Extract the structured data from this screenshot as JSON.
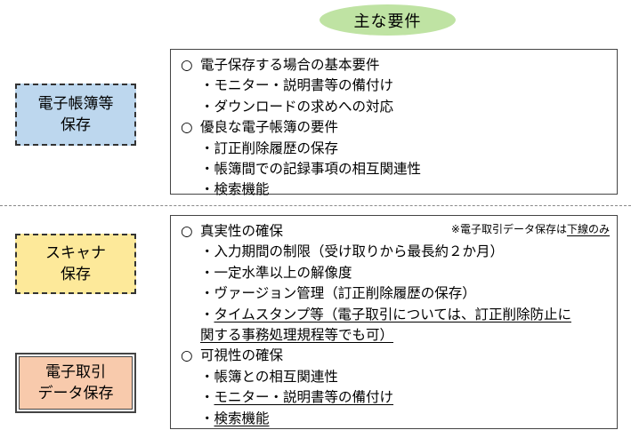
{
  "header": {
    "title": "主な要件"
  },
  "categories": [
    {
      "line1": "電子帳簿等",
      "line2": "保存"
    },
    {
      "line1": "スキャナ",
      "line2": "保存"
    },
    {
      "line1": "電子取引",
      "line2": "データ保存"
    }
  ],
  "box1": {
    "sections": [
      {
        "marker": "○",
        "title": "電子保存する場合の基本要件",
        "items": [
          "・モニター・説明書等の備付け",
          "・ダウンロードの求めへの対応"
        ]
      },
      {
        "marker": "○",
        "title": "優良な電子帳簿の要件",
        "items": [
          "・訂正削除履歴の保存",
          "・帳簿間での記録事項の相互関連性",
          "・検索機能"
        ]
      }
    ]
  },
  "box2": {
    "note_prefix": "※電子取引データ保存は",
    "note_underlined": "下線のみ",
    "section1": {
      "marker": "○",
      "title": "真実性の確保",
      "item1": "・入力期間の制限（受け取りから最長約２か月）",
      "item2": "・一定水準以上の解像度",
      "item3": "・ヴァージョン管理（訂正削除履歴の保存）",
      "item4_bullet": "・",
      "item4_line1": "タイムスタンプ等（電子取引については、訂正削除防止に",
      "item4_line2": "関する事務処理規程等でも可）"
    },
    "section2": {
      "marker": "○",
      "title": "可視性の確保",
      "item1": "・帳簿との相互関連性",
      "item2_bullet": "・",
      "item2_text": "モニター・説明書等の備付け",
      "item3_bullet": "・",
      "item3_text": "検索機能"
    }
  }
}
